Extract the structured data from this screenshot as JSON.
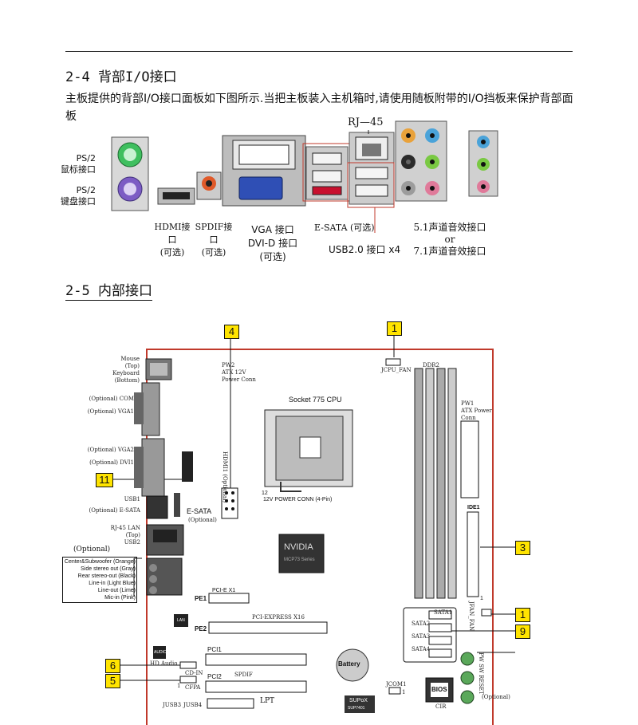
{
  "section1": {
    "title": "2-4 背部I/O接口",
    "paragraph": "主板提供的背部I/O接口面板如下图所示.当把主板装入主机箱时,请使用随板附带的I/O挡板来保护背部面板"
  },
  "io_labels": {
    "rj45": "RJ—45",
    "ps2_mouse_1": "PS/2",
    "ps2_mouse_2": "鼠标接口",
    "ps2_kbd_1": "PS/2",
    "ps2_kbd_2": "键盘接口",
    "hdmi_1": "HDMI接口",
    "hdmi_2": "(可选)",
    "spdif_1": "SPDIF接口",
    "spdif_2": "(可选)",
    "vga_1": "VGA 接口",
    "vga_2": "DVI-D 接口",
    "vga_3": "(可选)",
    "esata": "E-SATA (可选)",
    "usb": "USB2.0 接口 x4",
    "audio_1": "5.1声道音效接口",
    "audio_or": "or",
    "audio_2": "7.1声道音效接口"
  },
  "section2": {
    "title": "2-5 内部接口"
  },
  "board_labels": {
    "mouse": "Mouse",
    "top": "(Top)",
    "keyboard": "Keyboard",
    "bottom": "(Bottom)",
    "com": "(Optional) COM",
    "vga1": "(Optional) VGA1",
    "vga2": "(Optional) VGA2",
    "dvi1": "(Optional) DVI1",
    "hdmi1": "HDMI1 (Optional)",
    "usb1": "USB1",
    "esata_opt": "(Optional) E-SATA",
    "esata_int": "E-SATA",
    "esata_int_opt": "(Optional)",
    "rj45_lan": "RJ-45 LAN",
    "lan_top": "(Top)",
    "usb2": "USB2",
    "audio_opt": "(Optional)",
    "audio_lines": [
      "Center&Subwoofer (Orange)",
      "Side stereo out (Gray)",
      "Rear stereo-out (Black)",
      "Line-in (Light Blue)",
      "Line-out (Lime)",
      "Mic-in (Pink)"
    ],
    "pw2": "PW2",
    "atx12v": "ATX 12V",
    "power_conn": "Power Conn",
    "socket": "Socket 775 CPU",
    "cpu_power_12": "12",
    "cpu_power": "12V POWER CONN (4-Pin)",
    "jcpu_fan": "JCPU_FAN",
    "ddr2": "DDR2",
    "pw1_1": "PW1",
    "pw1_2": "ATX Power",
    "pw1_3": "Conn",
    "ide1": "IDE1",
    "ide_1": "1",
    "nvidia": "NVIDIA",
    "mcp": "MCP73 Series",
    "pcie_x1": "PCI-E X1",
    "pe1": "PE1",
    "pcie_x16": "PCI-EXPRESS X16",
    "pe2": "PE2",
    "lan": "LAN",
    "audio_chip": "AUDIO",
    "pci1": "PCI1",
    "pci2": "PCI2",
    "hd_audio": "HD Audio",
    "cd_in": "CD-IN",
    "cd_in_1": "1",
    "cfpa": "CFPA",
    "spdif": "SPDIF",
    "battery": "Battery",
    "jcom": "JCOM1",
    "jcom_1": "1",
    "sata1": "SATA1",
    "sata2": "SATA2",
    "sata3": "SATA3",
    "sata4": "SATA4",
    "jfan": "JFAN_FAN",
    "bios": "BIOS",
    "supox": "SUPoX",
    "sup7401": "SUP7401",
    "lpt": "LPT",
    "jusb3": "JUSB3",
    "jusb4": "JUSB4",
    "cir": "CIR",
    "pw_sw": "PW SW",
    "reset": "RESET",
    "optional_right": "(Optional)"
  },
  "callouts": {
    "c4": "4",
    "c1_top": "1",
    "c11": "11",
    "c3": "3",
    "c1_mid": "1",
    "c9": "9",
    "c6": "6",
    "c5": "5"
  },
  "colors": {
    "board_border": "#c0392b",
    "callout_fill": "#ffe400",
    "ps2_mouse": "#3fbf5f",
    "ps2_keyboard": "#7c5cc4",
    "audio_orange": "#e9a23b",
    "audio_blue": "#4aa3d9",
    "audio_lime": "#7ac943",
    "audio_pink": "#e07a9a",
    "audio_gray": "#9c9c9c",
    "audio_black": "#2b2b2b"
  }
}
